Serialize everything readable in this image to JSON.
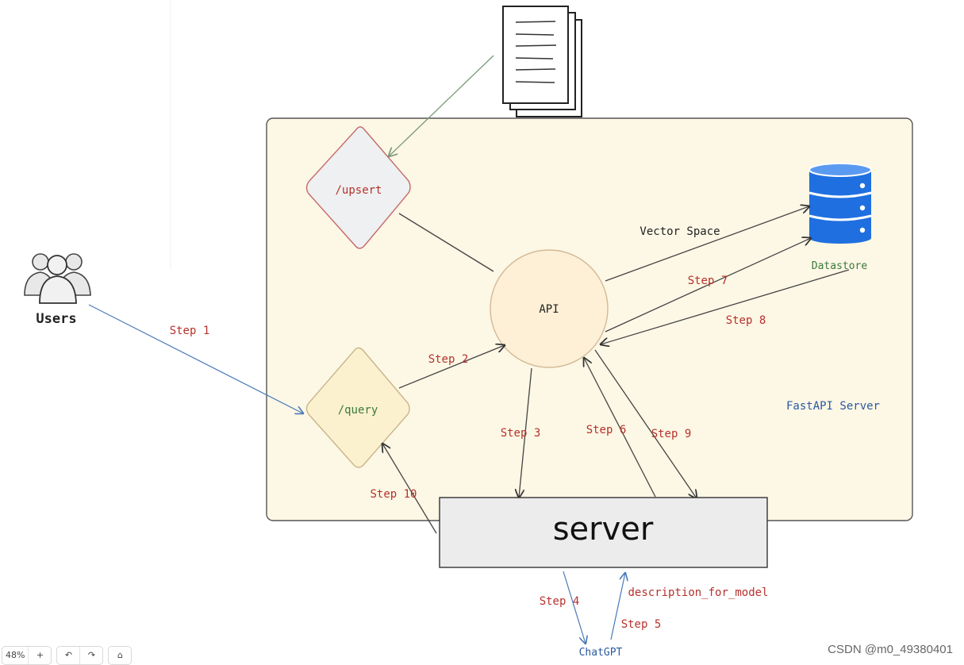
{
  "diagram": {
    "nodes": {
      "upsert": "/upsert",
      "query": "/query",
      "api": "API",
      "server": "server",
      "datastore": "Datastore",
      "users": "Users",
      "chatgpt": "ChatGPT",
      "container": "FastAPI Server"
    },
    "edges": {
      "vector_space": "Vector Space",
      "step1": "Step 1",
      "step2": "Step 2",
      "step3": "Step 3",
      "step4": "Step 4",
      "step5": "Step 5",
      "step6": "Step 6",
      "step7": "Step 7",
      "step8": "Step 8",
      "step9": "Step 9",
      "step10": "Step 10",
      "description_for_model": "description_for_model"
    }
  },
  "toolbar": {
    "zoom": "48%",
    "zoom_in": "+",
    "undo": "↶",
    "redo": "↷",
    "home": "⌂"
  },
  "watermark": "CSDN @m0_49380401",
  "colors": {
    "container_fill": "#fdf7e5",
    "query_fill": "#fbf1cf",
    "api_fill": "#fdf0d6",
    "upsert_fill": "#eef0f1",
    "server_fill": "#ececec",
    "step_text": "#b5322c",
    "datastore_blue": "#1f6fe0",
    "label_green": "#3a7a3a",
    "label_blue": "#2a5aa0"
  }
}
